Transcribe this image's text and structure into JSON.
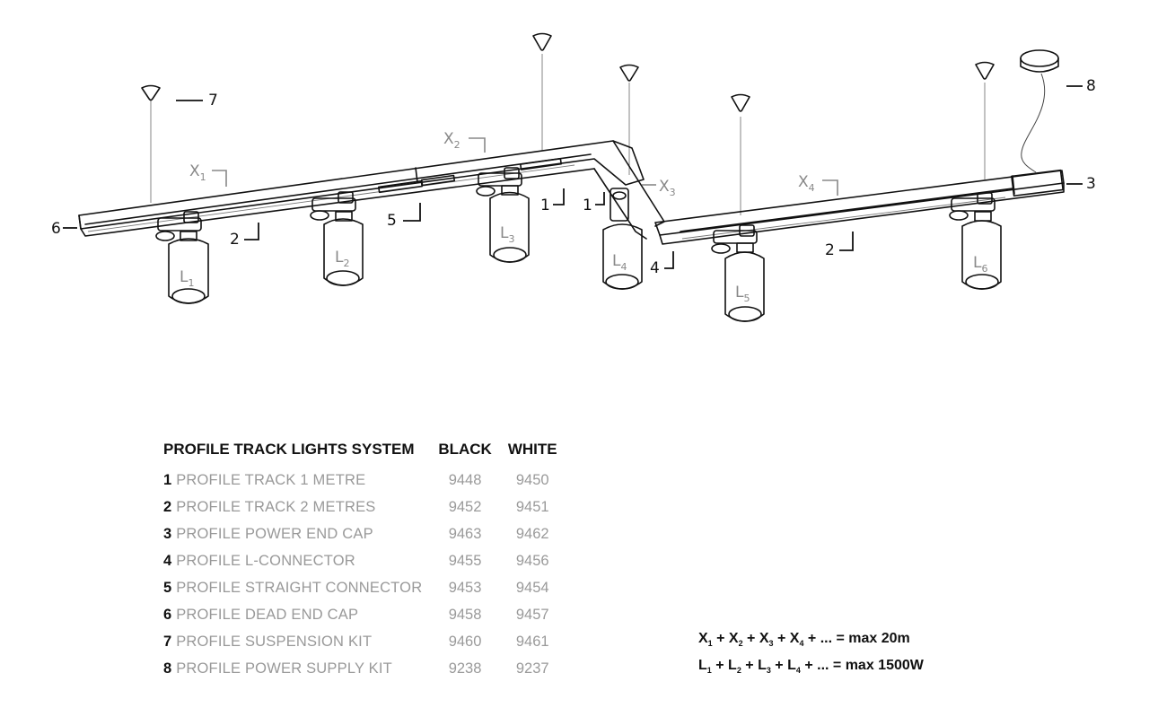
{
  "diagram": {
    "callouts": {
      "c1a": "1",
      "c1b": "1",
      "c2a": "2",
      "c2b": "2",
      "c3": "3",
      "c4": "4",
      "c5": "5",
      "c6": "6",
      "c7": "7",
      "c8": "8"
    },
    "sections": [
      {
        "letter": "X",
        "sub": "1"
      },
      {
        "letter": "X",
        "sub": "2"
      },
      {
        "letter": "X",
        "sub": "3"
      },
      {
        "letter": "X",
        "sub": "4"
      }
    ],
    "lamps": [
      {
        "letter": "L",
        "sub": "1"
      },
      {
        "letter": "L",
        "sub": "2"
      },
      {
        "letter": "L",
        "sub": "3"
      },
      {
        "letter": "L",
        "sub": "4"
      },
      {
        "letter": "L",
        "sub": "5"
      },
      {
        "letter": "L",
        "sub": "6"
      }
    ]
  },
  "table": {
    "header": {
      "title": "PROFILE TRACK LIGHTS SYSTEM",
      "black": "BLACK",
      "white": "WHITE"
    },
    "rows": [
      {
        "num": "1",
        "name": "PROFILE TRACK 1 METRE",
        "black": "9448",
        "white": "9450"
      },
      {
        "num": "2",
        "name": "PROFILE TRACK 2 METRES",
        "black": "9452",
        "white": "9451"
      },
      {
        "num": "3",
        "name": "PROFILE POWER END CAP",
        "black": "9463",
        "white": "9462"
      },
      {
        "num": "4",
        "name": "PROFILE L-CONNECTOR",
        "black": "9455",
        "white": "9456"
      },
      {
        "num": "5",
        "name": "PROFILE STRAIGHT CONNECTOR",
        "black": "9453",
        "white": "9454"
      },
      {
        "num": "6",
        "name": "PROFILE DEAD END CAP",
        "black": "9458",
        "white": "9457"
      },
      {
        "num": "7",
        "name": "PROFILE SUSPENSION KIT",
        "black": "9460",
        "white": "9461"
      },
      {
        "num": "8",
        "name": "PROFILE POWER SUPPLY KIT",
        "black": "9238",
        "white": "9237"
      }
    ]
  },
  "formulas": {
    "length": {
      "terms": [
        {
          "letter": "X",
          "sub": "1"
        },
        {
          "letter": "X",
          "sub": "2"
        },
        {
          "letter": "X",
          "sub": "3"
        },
        {
          "letter": "X",
          "sub": "4"
        }
      ],
      "tail": "... = max 20m"
    },
    "power": {
      "terms": [
        {
          "letter": "L",
          "sub": "1"
        },
        {
          "letter": "L",
          "sub": "2"
        },
        {
          "letter": "L",
          "sub": "3"
        },
        {
          "letter": "L",
          "sub": "4"
        }
      ],
      "tail": "... = max 1500W"
    }
  }
}
